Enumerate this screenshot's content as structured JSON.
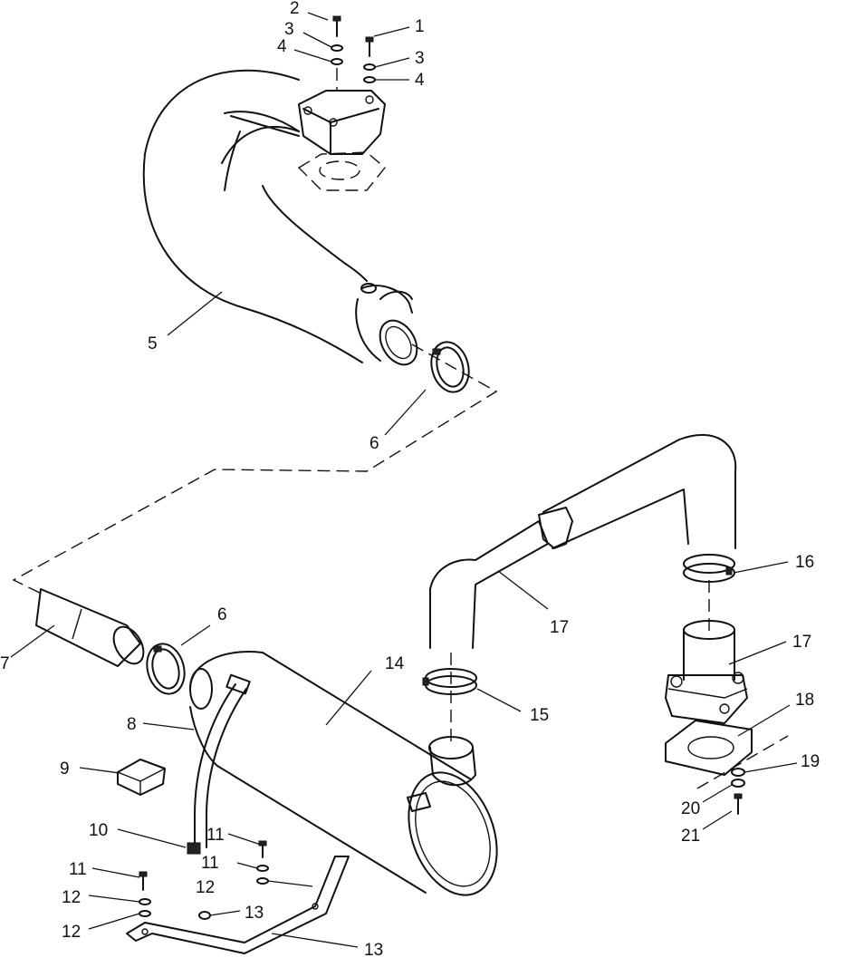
{
  "callouts": [
    {
      "id": "c1",
      "label": "1"
    },
    {
      "id": "c2",
      "label": "2"
    },
    {
      "id": "c3a",
      "label": "3"
    },
    {
      "id": "c3b",
      "label": "3"
    },
    {
      "id": "c4a",
      "label": "4"
    },
    {
      "id": "c4b",
      "label": "4"
    },
    {
      "id": "c5",
      "label": "5"
    },
    {
      "id": "c6a",
      "label": "6"
    },
    {
      "id": "c6b",
      "label": "6"
    },
    {
      "id": "c7",
      "label": "7"
    },
    {
      "id": "c8",
      "label": "8"
    },
    {
      "id": "c9",
      "label": "9"
    },
    {
      "id": "c10",
      "label": "10"
    },
    {
      "id": "c11a",
      "label": "11"
    },
    {
      "id": "c11b",
      "label": "11"
    },
    {
      "id": "c11c",
      "label": "11"
    },
    {
      "id": "c12a",
      "label": "12"
    },
    {
      "id": "c12b",
      "label": "12"
    },
    {
      "id": "c12c",
      "label": "12"
    },
    {
      "id": "c13a",
      "label": "13"
    },
    {
      "id": "c13b",
      "label": "13"
    },
    {
      "id": "c14",
      "label": "14"
    },
    {
      "id": "c15",
      "label": "15"
    },
    {
      "id": "c16",
      "label": "16"
    },
    {
      "id": "c17a",
      "label": "17"
    },
    {
      "id": "c17b",
      "label": "17"
    },
    {
      "id": "c18",
      "label": "18"
    },
    {
      "id": "c19",
      "label": "19"
    },
    {
      "id": "c20",
      "label": "20"
    },
    {
      "id": "c21",
      "label": "21"
    }
  ]
}
